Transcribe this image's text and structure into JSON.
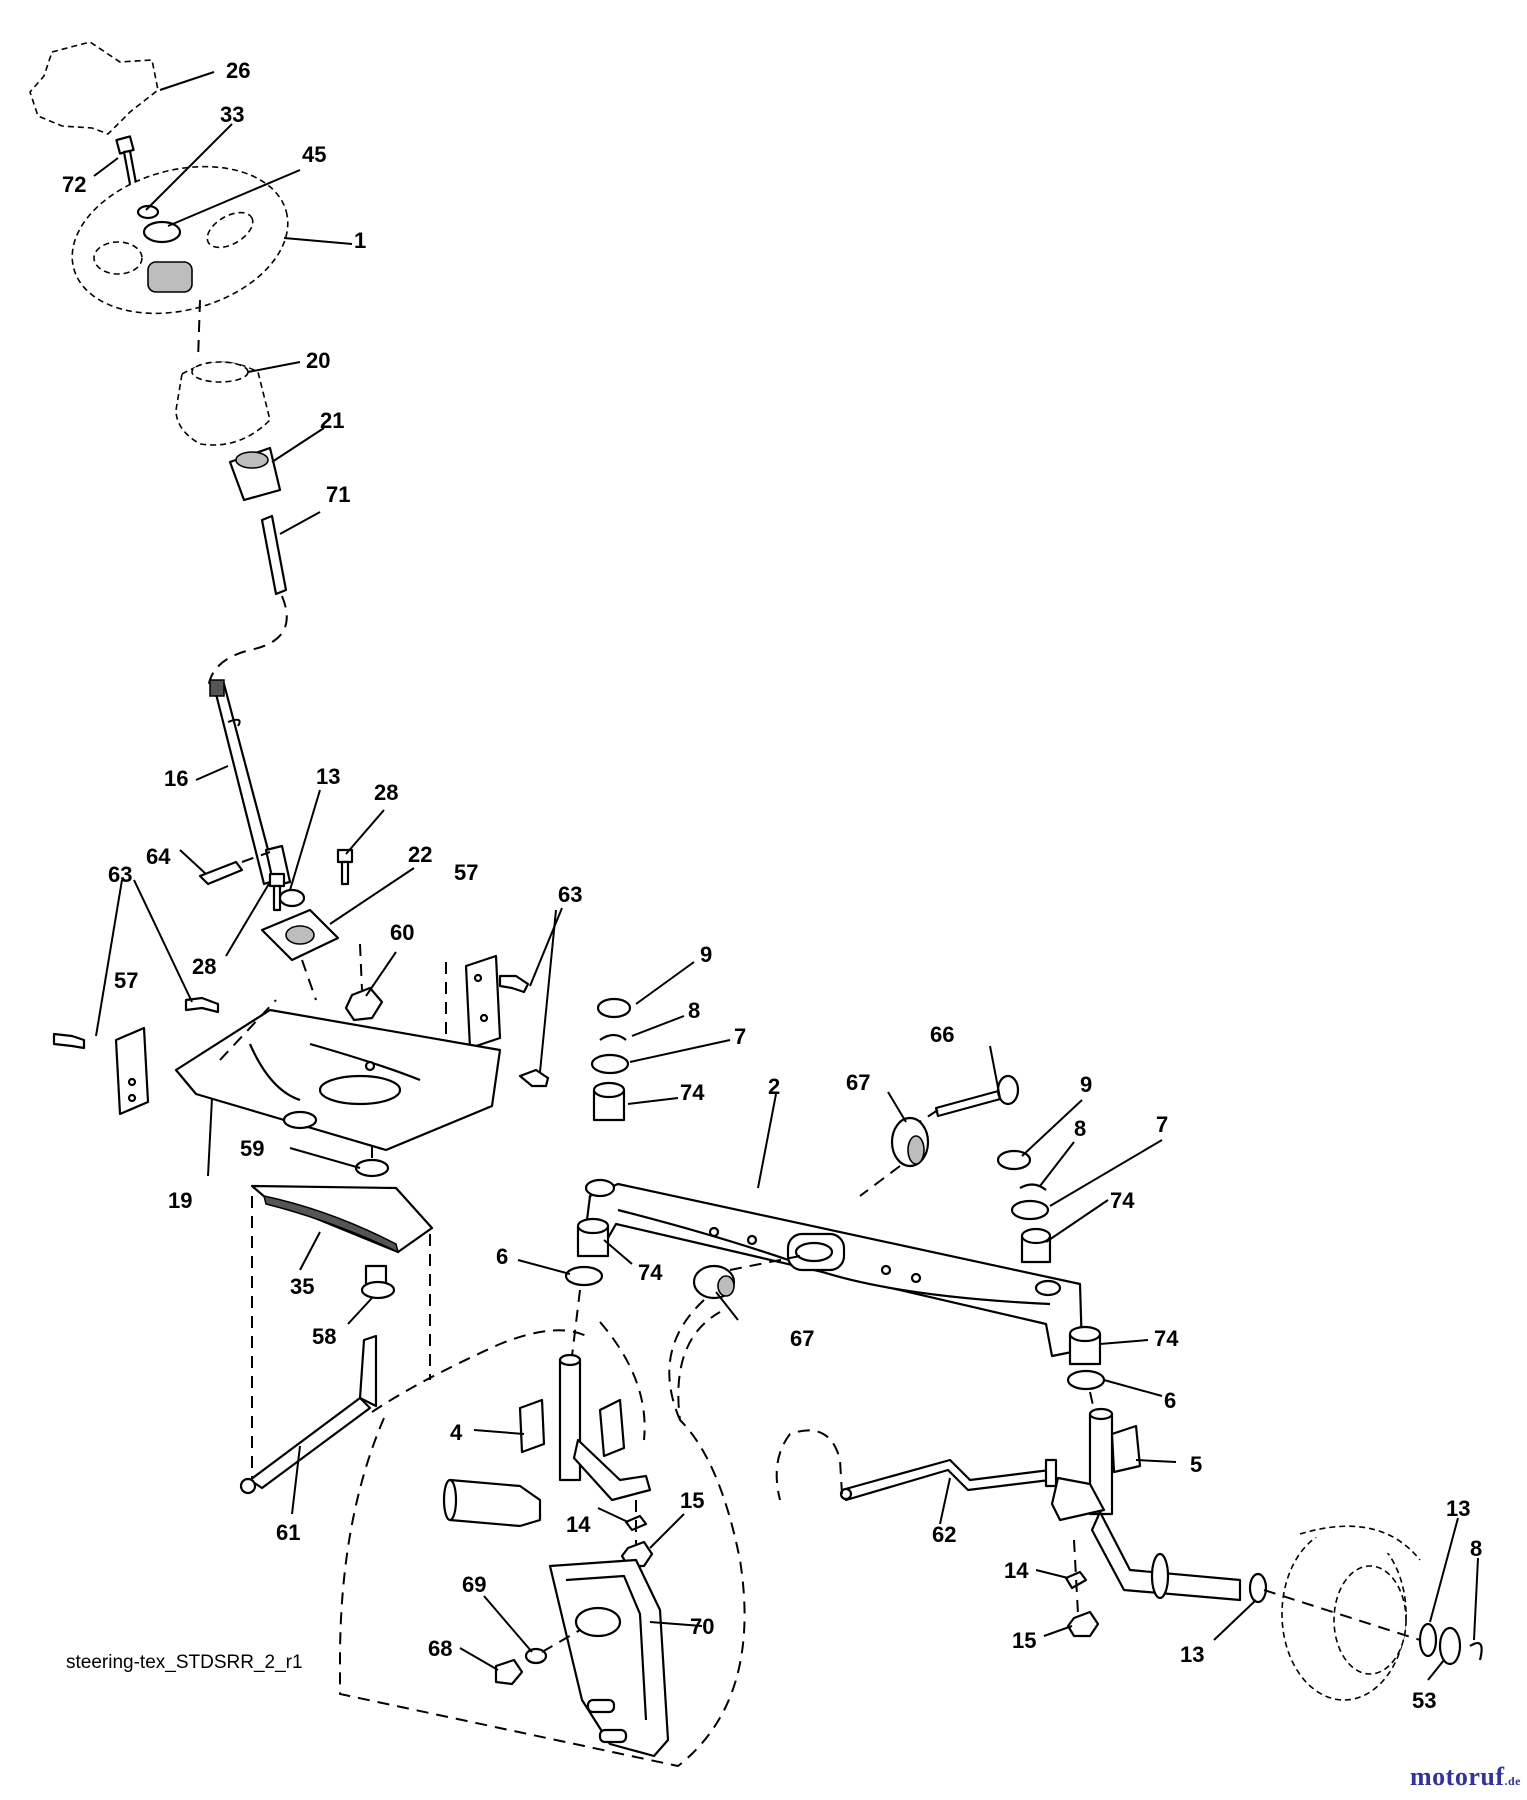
{
  "callouts": [
    {
      "id": "c26",
      "text": "26"
    },
    {
      "id": "c33",
      "text": "33"
    },
    {
      "id": "c72",
      "text": "72"
    },
    {
      "id": "c45",
      "text": "45"
    },
    {
      "id": "c1",
      "text": "1"
    },
    {
      "id": "c20",
      "text": "20"
    },
    {
      "id": "c21",
      "text": "21"
    },
    {
      "id": "c71",
      "text": "71"
    },
    {
      "id": "c16",
      "text": "16"
    },
    {
      "id": "c13a",
      "text": "13"
    },
    {
      "id": "c28a",
      "text": "28"
    },
    {
      "id": "c64",
      "text": "64"
    },
    {
      "id": "c22",
      "text": "22"
    },
    {
      "id": "c63a",
      "text": "63"
    },
    {
      "id": "c28b",
      "text": "28"
    },
    {
      "id": "c60",
      "text": "60"
    },
    {
      "id": "c57a",
      "text": "57"
    },
    {
      "id": "c63b",
      "text": "63"
    },
    {
      "id": "c57b",
      "text": "57"
    },
    {
      "id": "c19",
      "text": "19"
    },
    {
      "id": "c59",
      "text": "59"
    },
    {
      "id": "c35",
      "text": "35"
    },
    {
      "id": "c58",
      "text": "58"
    },
    {
      "id": "c61",
      "text": "61"
    },
    {
      "id": "c9a",
      "text": "9"
    },
    {
      "id": "c8a",
      "text": "8"
    },
    {
      "id": "c7a",
      "text": "7"
    },
    {
      "id": "c74a",
      "text": "74"
    },
    {
      "id": "c2",
      "text": "2"
    },
    {
      "id": "c66",
      "text": "66"
    },
    {
      "id": "c67a",
      "text": "67"
    },
    {
      "id": "c9b",
      "text": "9"
    },
    {
      "id": "c8b",
      "text": "8"
    },
    {
      "id": "c7b",
      "text": "7"
    },
    {
      "id": "c74b",
      "text": "74"
    },
    {
      "id": "c6a",
      "text": "6"
    },
    {
      "id": "c74c",
      "text": "74"
    },
    {
      "id": "c67b",
      "text": "67"
    },
    {
      "id": "c74d",
      "text": "74"
    },
    {
      "id": "c6b",
      "text": "6"
    },
    {
      "id": "c4",
      "text": "4"
    },
    {
      "id": "c5",
      "text": "5"
    },
    {
      "id": "c15a",
      "text": "15"
    },
    {
      "id": "c14a",
      "text": "14"
    },
    {
      "id": "c62",
      "text": "62"
    },
    {
      "id": "c13b",
      "text": "13"
    },
    {
      "id": "c8c",
      "text": "8"
    },
    {
      "id": "c14b",
      "text": "14"
    },
    {
      "id": "c69",
      "text": "69"
    },
    {
      "id": "c70",
      "text": "70"
    },
    {
      "id": "c68",
      "text": "68"
    },
    {
      "id": "c15b",
      "text": "15"
    },
    {
      "id": "c13c",
      "text": "13"
    },
    {
      "id": "c53",
      "text": "53"
    }
  ],
  "footer_code": "steering-tex_STDSRR_2_r1",
  "brand": {
    "main": "motoruf",
    "tld": ".de"
  }
}
